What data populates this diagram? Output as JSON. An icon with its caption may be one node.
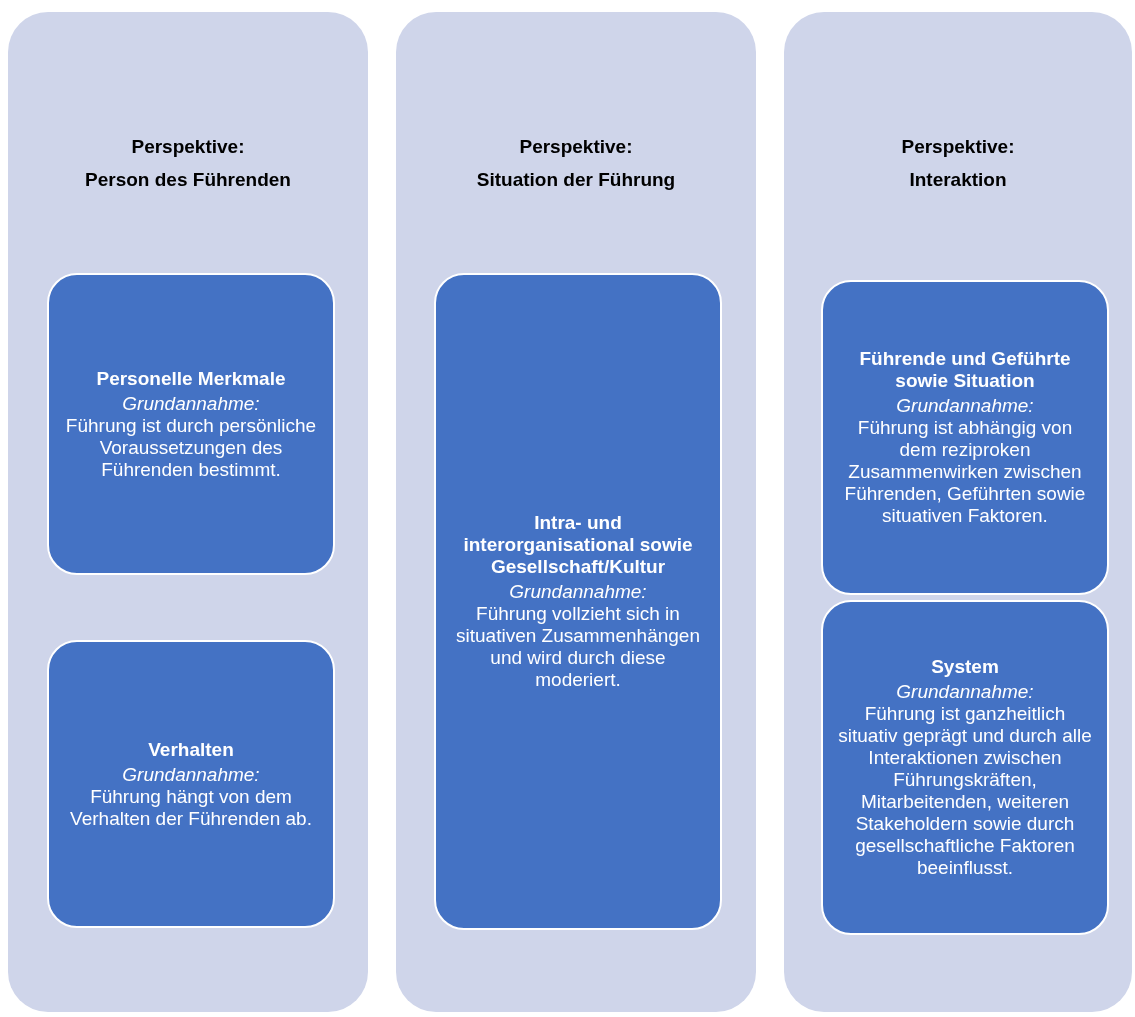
{
  "diagram": {
    "nodes": [
      {
        "text": [
          "Perspektive:",
          "Person des Führenden"
        ]
      },
      {
        "text": [
          "Personelle Merkmale",
          "Grundannahme:",
          "Führung ist durch persönliche Voraussetzungen des Führenden bestimmt."
        ],
        "in": 0
      },
      {
        "text": [
          "Verhalten",
          "Grundannahme:",
          "Führung hängt von dem Verhalten der Führenden ab."
        ],
        "in": 0
      },
      {
        "text": [
          "Perspektive:",
          "Situation der Führung"
        ]
      },
      {
        "text": [
          "Intra- und interorganisational sowie Gesellschaft/Kultur",
          "Grundannahme:",
          "Führung vollzieht sich in situativen Zusammenhängen und wird durch diese moderiert."
        ],
        "in": 3
      },
      {
        "text": [
          "Perspektive:",
          "Interaktion"
        ]
      },
      {
        "text": [
          "Führende und Geführte sowie Situation",
          "Grundannahme:",
          "Führung ist abhängig von dem reziproken Zusammenwirken zwischen Führenden, Geführten sowie situativen Faktoren."
        ],
        "in": 5
      },
      {
        "text": [
          "System",
          "Grundannahme:",
          "Führung ist ganzheitlich situativ geprägt und durch alle Interaktionen zwischen Führungskräften, Mitarbeitenden, weiteren Stakeholdern sowie durch gesellschaftliche Faktoren beeinflusst."
        ],
        "in": 5
      }
    ]
  }
}
